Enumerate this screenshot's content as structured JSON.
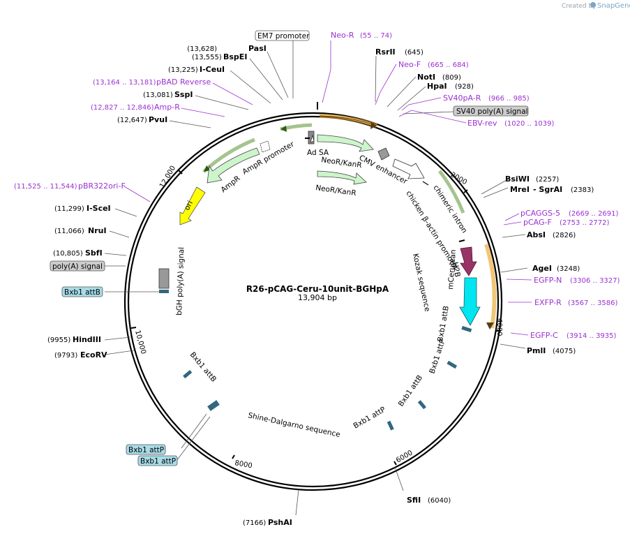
{
  "credit": {
    "prefix": "Created by",
    "brand": "SnapGene"
  },
  "plasmid": {
    "name": "R26-pCAG-Ceru-10unit-BGHpA",
    "length_label": "13,904 bp"
  },
  "ticks": [
    "2000",
    "4000",
    "6000",
    "8000",
    "10,000",
    "12,000"
  ],
  "sites": [
    {
      "name": "PasI",
      "pos": "(13,628)"
    },
    {
      "name": "BspEI",
      "pos": "(13,555)"
    },
    {
      "name": "I-CeuI",
      "pos": "(13,225)"
    },
    {
      "name": "SspI",
      "pos": "(13,081)"
    },
    {
      "name": "PvuI",
      "pos": "(12,647)"
    },
    {
      "name": "I-SceI",
      "pos": "(11,299)"
    },
    {
      "name": "NruI",
      "pos": "(11,066)"
    },
    {
      "name": "SbfI",
      "pos": "(10,805)"
    },
    {
      "name": "HindIII",
      "pos": "(9955)"
    },
    {
      "name": "EcoRV",
      "pos": "(9793)"
    },
    {
      "name": "PshAI",
      "pos": "(7166)"
    },
    {
      "name": "SfiI",
      "pos": "(6040)"
    },
    {
      "name": "PmlI",
      "pos": "(4075)"
    },
    {
      "name": "AgeI",
      "pos": "(3248)"
    },
    {
      "name": "AbsI",
      "pos": "(2826)"
    },
    {
      "name": "MreI",
      "pos": "(2383)"
    },
    {
      "name": "- SgrAI",
      "pos": ""
    },
    {
      "name": "BsiWI",
      "pos": "(2257)"
    },
    {
      "name": "HpaI",
      "pos": "(928)"
    },
    {
      "name": "NotI",
      "pos": "(809)"
    },
    {
      "name": "RsrII",
      "pos": "(645)"
    }
  ],
  "primers": [
    {
      "name": "Neo-R",
      "pos": "(55 .. 74)"
    },
    {
      "name": "Neo-F",
      "pos": "(665 .. 684)"
    },
    {
      "name": "SV40pA-R",
      "pos": "(966 .. 985)"
    },
    {
      "name": "EBV-rev",
      "pos": "(1020 .. 1039)"
    },
    {
      "name": "pCAGGS-5",
      "pos": "(2669 .. 2691)"
    },
    {
      "name": "pCAG-F",
      "pos": "(2753 .. 2772)"
    },
    {
      "name": "EGFP-N",
      "pos": "(3306 .. 3327)"
    },
    {
      "name": "EXFP-R",
      "pos": "(3567 .. 3586)"
    },
    {
      "name": "EGFP-C",
      "pos": "(3914 .. 3935)"
    },
    {
      "name": "pBR322ori-F",
      "pos": "(11,525 .. 11,544)"
    },
    {
      "name": "Amp-R",
      "pos": "(12,827 .. 12,846)"
    },
    {
      "name": "pBAD Reverse",
      "pos": "(13,164 .. 13,181)"
    }
  ],
  "boxed_labels": [
    "EM7 promoter",
    "SV40 poly(A) signal",
    "poly(A) signal",
    "Bxb1 attB",
    "Bxb1 attP",
    "Bxb1 attP"
  ],
  "features": [
    "Ad SA",
    "NeoR/KanR",
    "NeoR/KanR",
    "CMV enhancer",
    "chicken β-actin promoter",
    "chimeric intron",
    "Kozak sequence",
    "H2B",
    "mCerulean",
    "Bxb1 attB",
    "Bxb1 attP",
    "Bxb1 attB",
    "Bxb1 attP",
    "Shine-Dalgarno sequence",
    "Bxb1 attB",
    "bGH poly(A) signal",
    "ori",
    "AmpR",
    "AmpR promoter"
  ],
  "colors": {
    "backbone": "#000000",
    "primer": "#9b30d0",
    "neo_fill": "#ccf5cc",
    "amp_fill": "#ccf5cc",
    "green_arc": "#4a8a1c",
    "orange_arc": "#e8a020",
    "h2b": "#993366",
    "cerulean": "#00e6f0",
    "ori": "#ffff00",
    "attsite": "#336680",
    "box_grey": "#cccccc",
    "box_cyan": "#a8dce8"
  }
}
